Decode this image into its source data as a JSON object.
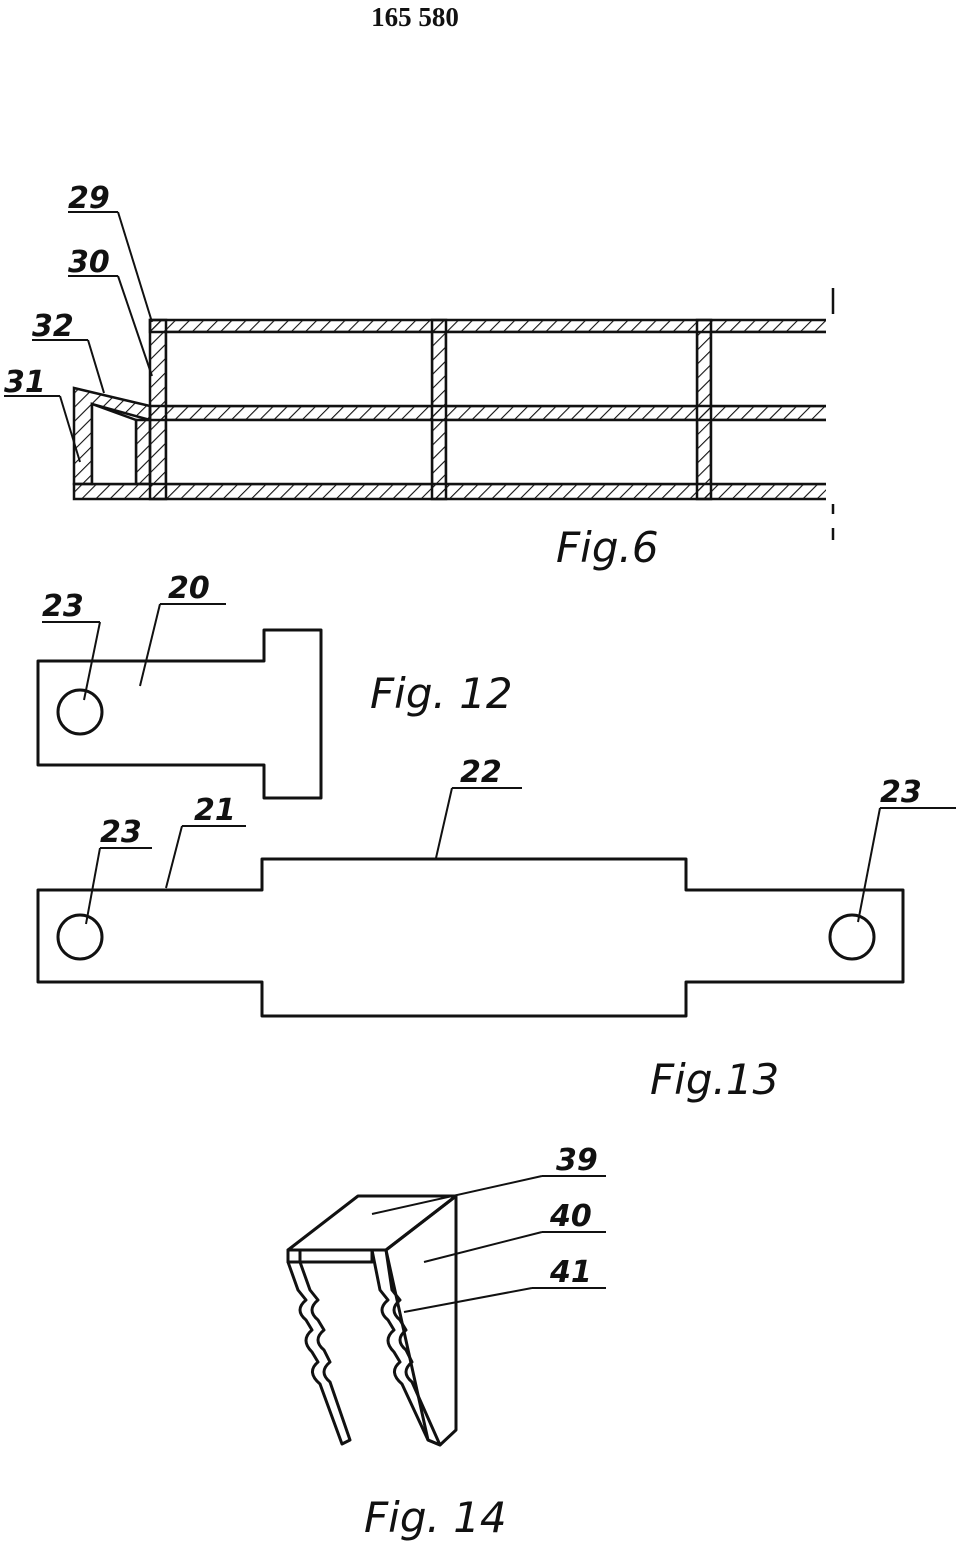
{
  "page_number": "165 580",
  "fig6": {
    "caption": "Fig.6",
    "labels": {
      "r29": "29",
      "r30": "30",
      "r32": "32",
      "r31": "31"
    }
  },
  "fig12": {
    "caption": "Fig. 12",
    "labels": {
      "r23": "23",
      "r20": "20"
    }
  },
  "fig13": {
    "caption": "Fig.13",
    "labels": {
      "r22": "22",
      "r21": "21",
      "r23_left": "23",
      "r23_right": "23"
    }
  },
  "fig14": {
    "caption": "Fig. 14",
    "labels": {
      "r39": "39",
      "r40": "40",
      "r41": "41"
    }
  }
}
